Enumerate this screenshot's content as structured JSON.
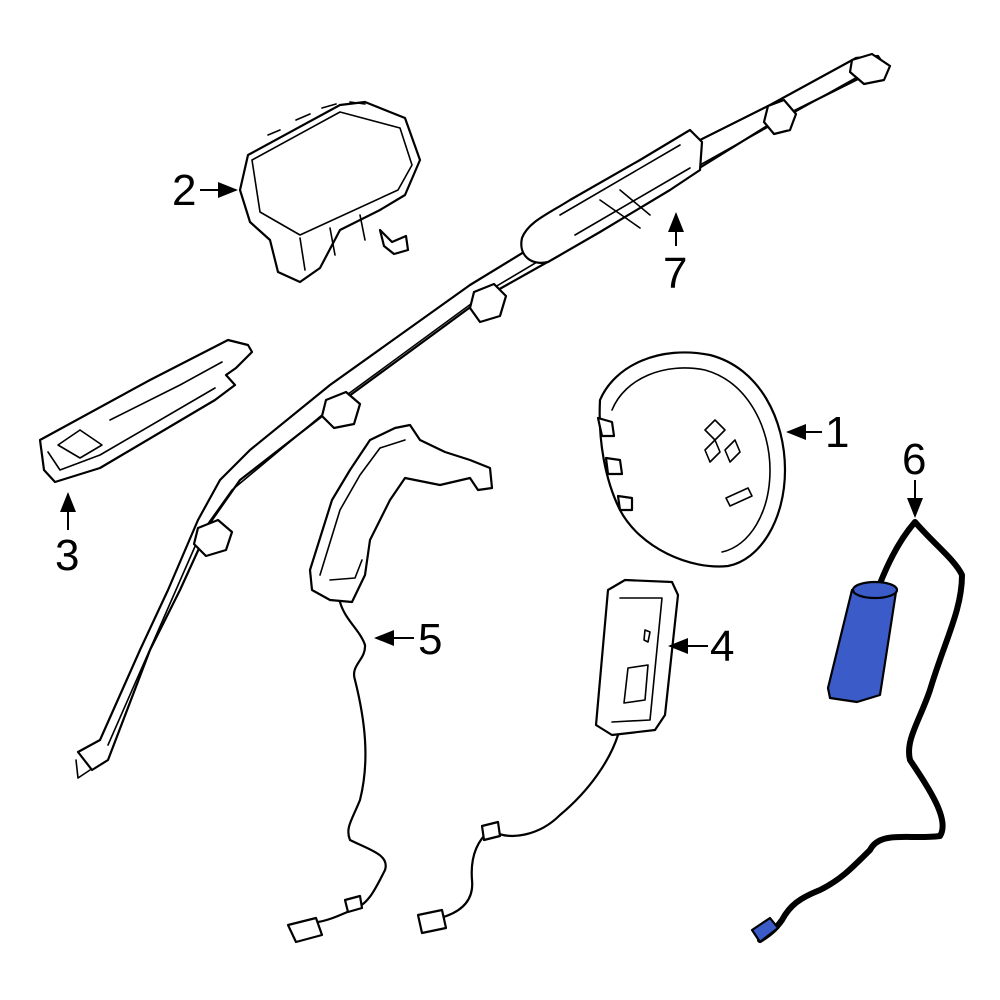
{
  "highlight_color": "#3B5CC8",
  "callouts": [
    {
      "id": "1",
      "label": "1"
    },
    {
      "id": "2",
      "label": "2"
    },
    {
      "id": "3",
      "label": "3"
    },
    {
      "id": "4",
      "label": "4"
    },
    {
      "id": "5",
      "label": "5"
    },
    {
      "id": "6",
      "label": "6"
    },
    {
      "id": "7",
      "label": "7"
    }
  ]
}
